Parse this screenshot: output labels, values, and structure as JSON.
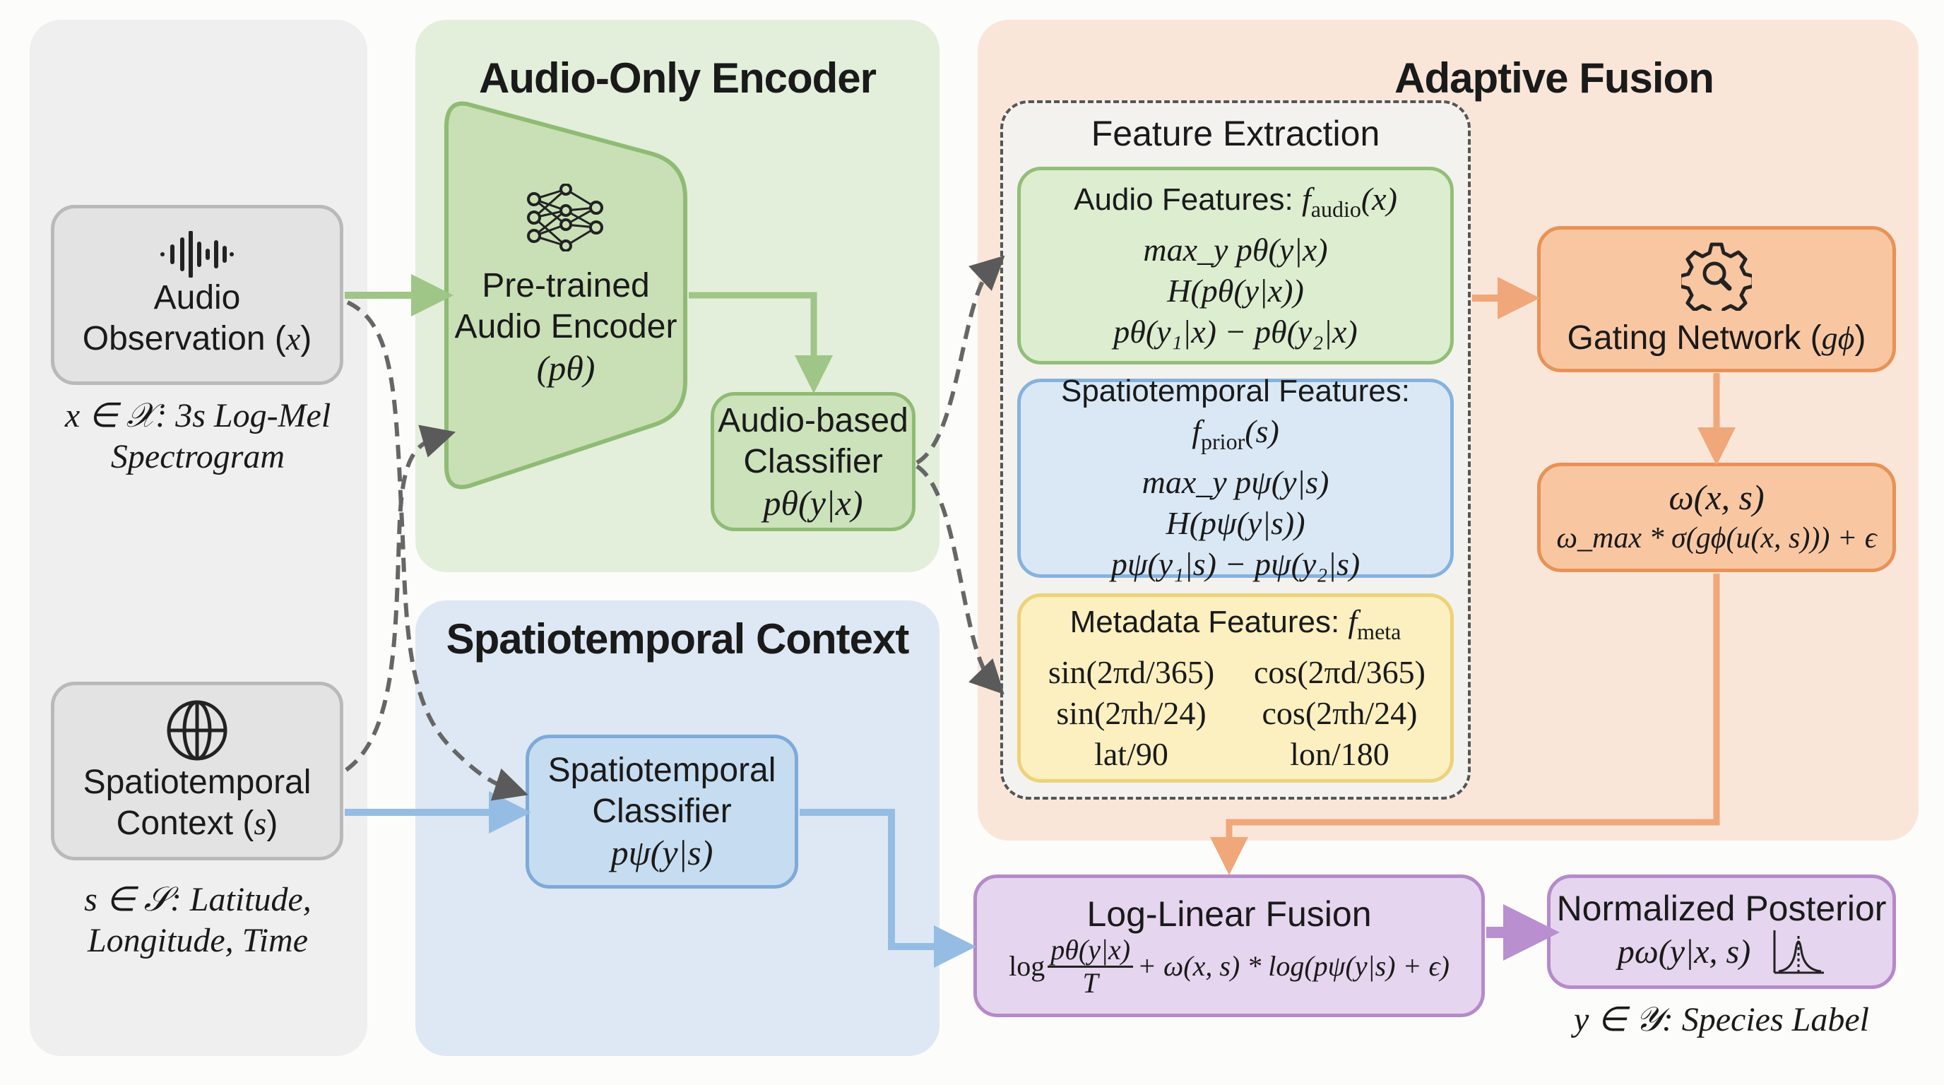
{
  "panels": {
    "input": {
      "title": ""
    },
    "audio_encoder": {
      "title": "Audio-Only Encoder"
    },
    "spatiotemporal": {
      "title": "Spatiotemporal Context"
    },
    "fusion": {
      "title": "Adaptive Fusion"
    }
  },
  "inputs": {
    "audio": {
      "line1": "Audio",
      "line2": "Observation (",
      "var": "x",
      "close": ")",
      "icon": "sound-wave-icon",
      "caption1": "x ∈ 𝒳: 3s Log-Mel",
      "caption2": "Spectrogram"
    },
    "context": {
      "line1": "Spatiotemporal",
      "line2": "Context (",
      "var": "s",
      "close": ")",
      "icon": "globe-icon",
      "caption1": "s ∈ 𝒮: Latitude,",
      "caption2": "Longitude, Time"
    }
  },
  "encoder": {
    "line1": "Pre-trained",
    "line2": "Audio Encoder",
    "math": "(pθ)",
    "icon": "neural-network-icon"
  },
  "audio_classifier": {
    "line1": "Audio-based",
    "line2": "Classifier",
    "math": "pθ(y|x)"
  },
  "spatio_classifier": {
    "line1": "Spatiotemporal",
    "line2": "Classifier",
    "math": "pψ(y|s)"
  },
  "feature_extraction": {
    "title": "Feature Extraction",
    "audio": {
      "title": "Audio Features: ",
      "func": "f",
      "sub": "audio",
      "arg": "(x)",
      "lines": [
        "max_y pθ(y|x)",
        "H(pθ(y|x))",
        "pθ(y₁|x) − pθ(y₂|x)"
      ]
    },
    "spatio": {
      "title": "Spatiotemporal Features: ",
      "func": "f",
      "sub": "prior",
      "arg": "(s)",
      "lines": [
        "max_y pψ(y|s)",
        "H(pψ(y|s))",
        "pψ(y₁|s) − pψ(y₂|s)"
      ]
    },
    "meta": {
      "title": "Metadata Features: ",
      "func": "f",
      "sub": "meta",
      "rows": [
        [
          "sin(2πd/365)",
          "cos(2πd/365)"
        ],
        [
          "sin(2πh/24)",
          "cos(2πh/24)"
        ],
        [
          "lat/90",
          "lon/180"
        ]
      ]
    }
  },
  "gating": {
    "label": "Gating Network (",
    "var": "gϕ",
    "close": ")",
    "icon": "gear-search-icon"
  },
  "omega": {
    "line1": "ω(x, s)",
    "line2": "ω_max * σ(gϕ(u(x, s))) + ϵ"
  },
  "fusion_box": {
    "title": "Log-Linear Fusion",
    "log": "log",
    "num": "pθ(y|x)",
    "den": "T",
    "rest": "+ ω(x, s) * log(pψ(y|s) + ϵ)"
  },
  "posterior": {
    "title": "Normalized Posterior",
    "math": "pω(y|x, s)",
    "icon": "distribution-curve-icon",
    "caption": "y ∈ 𝒴: Species Label"
  },
  "colors": {
    "green": "#8fbb74",
    "blue": "#7eaad8",
    "orange": "#e89257",
    "purple": "#b58ac9",
    "dashed": "#555555"
  }
}
